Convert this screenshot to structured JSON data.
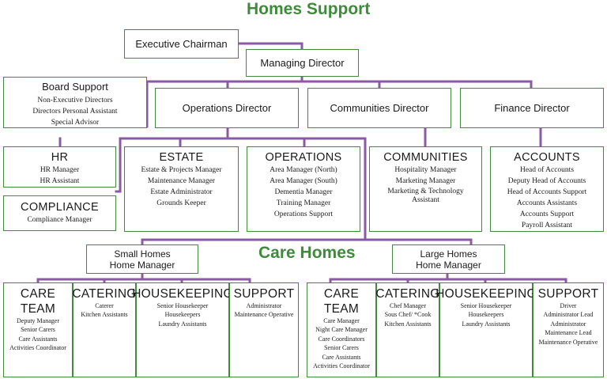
{
  "titles": {
    "homes_support": "Homes Support",
    "care_homes": "Care Homes"
  },
  "colors": {
    "green": "#3f8a3b",
    "connector": "#8b5aa3"
  },
  "top": {
    "executive_chairman": "Executive Chairman",
    "managing_director": "Managing Director",
    "board_support": {
      "title": "Board Support",
      "items": [
        "Non-Executive Directors",
        "Directors Personal Assistant",
        "Special Advisor"
      ]
    },
    "operations_director": "Operations Director",
    "communities_director": "Communities Director",
    "finance_director": "Finance Director"
  },
  "departments": {
    "hr": {
      "title": "HR",
      "items": [
        "HR Manager",
        "HR Assistant"
      ]
    },
    "compliance": {
      "title": "COMPLIANCE",
      "items": [
        "Compliance Manager"
      ]
    },
    "estate": {
      "title": "ESTATE",
      "items": [
        "Estate & Projects Manager",
        "Maintenance Manager",
        "Estate Administrator",
        "Grounds Keeper"
      ]
    },
    "operations": {
      "title": "OPERATIONS",
      "items": [
        "Area Manager (North)",
        "Area Manager (South)",
        "Dementia Manager",
        "Training Manager",
        "Operations Support"
      ]
    },
    "communities": {
      "title": "COMMUNITIES",
      "items": [
        "Hospitality Manager",
        "Marketing Manager",
        "Marketing & Technology Assistant"
      ]
    },
    "accounts": {
      "title": "ACCOUNTS",
      "items": [
        "Head of Accounts",
        "Deputy Head of Accounts",
        "Head of Accounts Support",
        "Accounts Assistants",
        "Accounts Support",
        "Payroll Assistant"
      ]
    }
  },
  "small_homes": {
    "manager": [
      "Small Homes",
      "Home Manager"
    ],
    "care_team": {
      "title": "CARE TEAM",
      "items": [
        "Deputy Manager",
        "Senior Carers",
        "Care Assistants",
        "Activities Coordinator"
      ]
    },
    "catering": {
      "title": "CATERING",
      "items": [
        "Caterer",
        "Kitchen Assistants"
      ]
    },
    "housekeeping": {
      "title": "HOUSEKEEPING",
      "items": [
        "Senior Housekeeper",
        "Housekeepers",
        "Laundry Assistants"
      ]
    },
    "support": {
      "title": "SUPPORT",
      "items": [
        "Administrator",
        "Maintenance Operative"
      ]
    }
  },
  "large_homes": {
    "manager": [
      "Large Homes",
      "Home Manager"
    ],
    "care_team": {
      "title": "CARE TEAM",
      "items": [
        "Care Manager",
        "Night Care Manager",
        "Care Coordinators",
        "Senior Carers",
        "Care Assistants",
        "Activities Coordinator"
      ]
    },
    "catering": {
      "title": "CATERING",
      "items": [
        "Chef Manager",
        "Sous Chef/ *Cook",
        "Kitchen Assistants"
      ]
    },
    "housekeeping": {
      "title": "HOUSEKEEPING",
      "items": [
        "Senior Housekeeper",
        "Housekeepers",
        "Laundry Assistants"
      ]
    },
    "support": {
      "title": "SUPPORT",
      "items": [
        "Driver",
        "Administrator Lead",
        "Administrator",
        "Maintenance Lead",
        "Maintenance Operative"
      ]
    }
  }
}
